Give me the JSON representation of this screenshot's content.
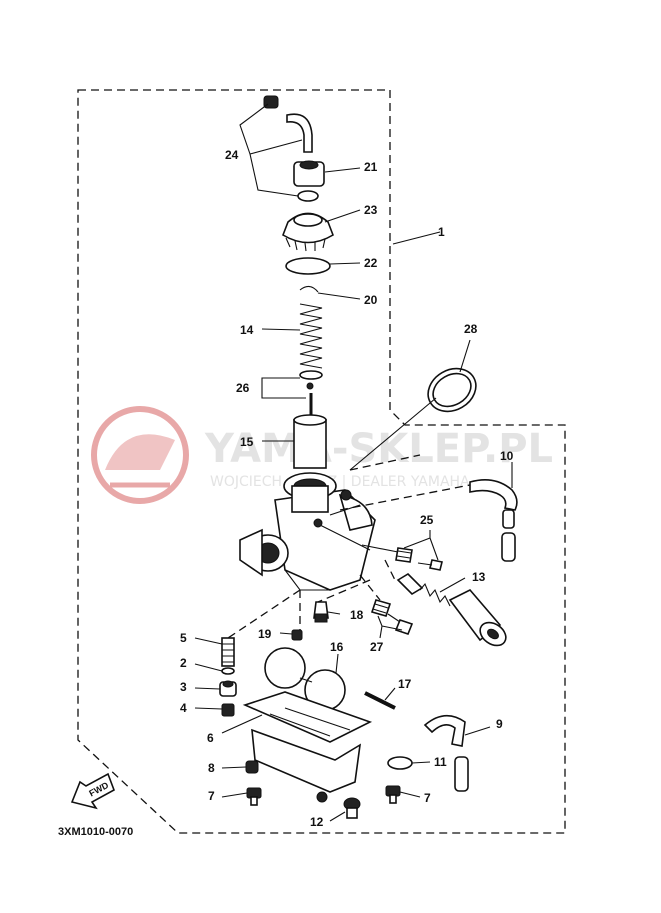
{
  "diagram": {
    "part_labels": [
      "1",
      "2",
      "3",
      "4",
      "5",
      "6",
      "7",
      "8",
      "9",
      "10",
      "11",
      "12",
      "13",
      "14",
      "15",
      "16",
      "17",
      "18",
      "19",
      "20",
      "21",
      "22",
      "23",
      "24",
      "25",
      "26",
      "27",
      "28"
    ],
    "label_7_second": "7",
    "drawing_code": "3XM1010-0070",
    "fwd_marker": "FWD"
  },
  "watermark": {
    "brand": "YAMA-SKLEP.PL",
    "subtitle": "WOJCIECH ...WICZ | DEALER YAMAHA",
    "logo_color": "#e8a8a8",
    "text_color": "#e3e3e3"
  },
  "colors": {
    "ink": "#111111",
    "background": "#ffffff"
  }
}
